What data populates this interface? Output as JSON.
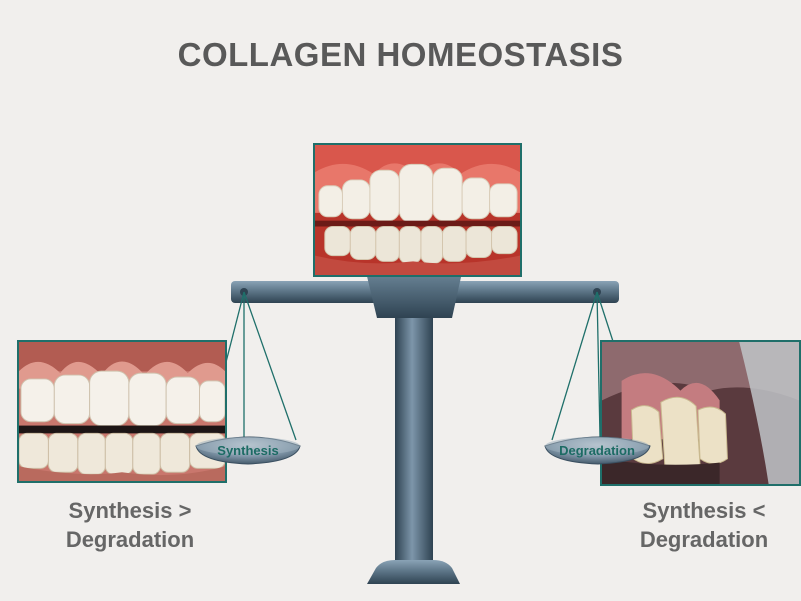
{
  "title": "COLLAGEN HOMEOSTASIS",
  "photos": {
    "top": {
      "icon": "healthy-teeth-photo"
    },
    "left": {
      "icon": "gingival-overgrowth-photo"
    },
    "right": {
      "icon": "gingival-recession-photo"
    }
  },
  "scale": {
    "left_pan_label": "Synthesis",
    "right_pan_label": "Degradation"
  },
  "captions": {
    "left": {
      "line1": "Synthesis >",
      "line2": "Degradation"
    },
    "right": {
      "line1": "Synthesis <",
      "line2": "Degradation"
    }
  },
  "colors": {
    "background": "#f1efed",
    "title": "#595959",
    "caption": "#666666",
    "scale_metal": "#5a7284",
    "string": "#1f6f6a"
  }
}
